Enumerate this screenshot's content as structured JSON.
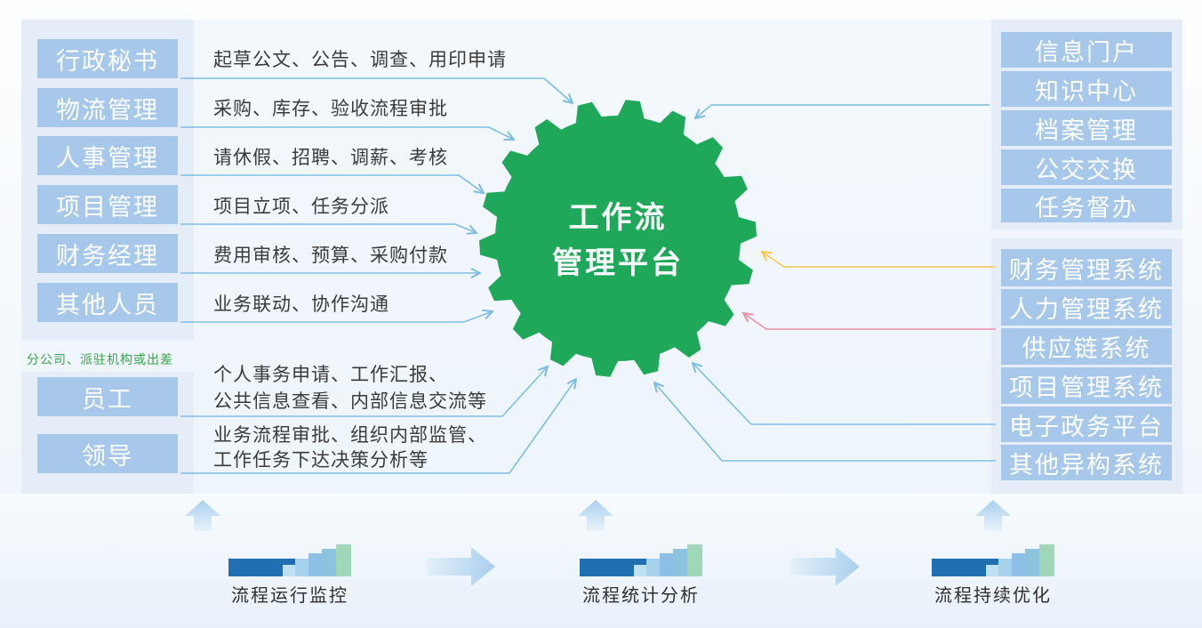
{
  "left_panel": {
    "roles": [
      {
        "label": "行政秘书",
        "desc": "起草公文、公告、调查、用印申请"
      },
      {
        "label": "物流管理",
        "desc": "采购、库存、验收流程审批"
      },
      {
        "label": "人事管理",
        "desc": "请休假、招聘、调薪、考核"
      },
      {
        "label": "项目管理",
        "desc": "项目立项、任务分派"
      },
      {
        "label": "财务经理",
        "desc": "费用审核、预算、采购付款"
      },
      {
        "label": "其他人员",
        "desc": "业务联动、协作沟通"
      }
    ],
    "branch_caption": "分公司、派驻机构或出差",
    "remote_roles": [
      {
        "label": "员工",
        "desc": [
          "个人事务申请、工作汇报、",
          "公共信息查看、内部信息交流等"
        ]
      },
      {
        "label": "领导",
        "desc": [
          "业务流程审批、组织内部监管、",
          "工作任务下达决策分析等"
        ]
      }
    ]
  },
  "center": {
    "title_line1": "工作流",
    "title_line2": "管理平台"
  },
  "right_panel": {
    "portal_items": [
      "信息门户",
      "知识中心",
      "档案管理",
      "公交交换",
      "任务督办"
    ],
    "systems": [
      "财务管理系统",
      "人力管理系统",
      "供应链系统",
      "项目管理系统",
      "电子政务平台",
      "其他异构系统"
    ]
  },
  "bottom": {
    "stages": [
      "流程运行监控",
      "流程统计分析",
      "流程持续优化"
    ]
  },
  "colors": {
    "gear": "#1fa85a",
    "box": "#a7c8ea",
    "panel": "#e5eef8",
    "connector": "#7fbde2",
    "finance_connector": "#f4c84e",
    "hr_connector": "#ee8ea8",
    "caption": "#39a64c",
    "stage_bar_dark": "#1f6fb2"
  },
  "icons": {
    "center": "gear-icon",
    "stage": "bar-chart-icon",
    "flow": "right-arrow-icon",
    "feed": "up-arrow-icon"
  }
}
